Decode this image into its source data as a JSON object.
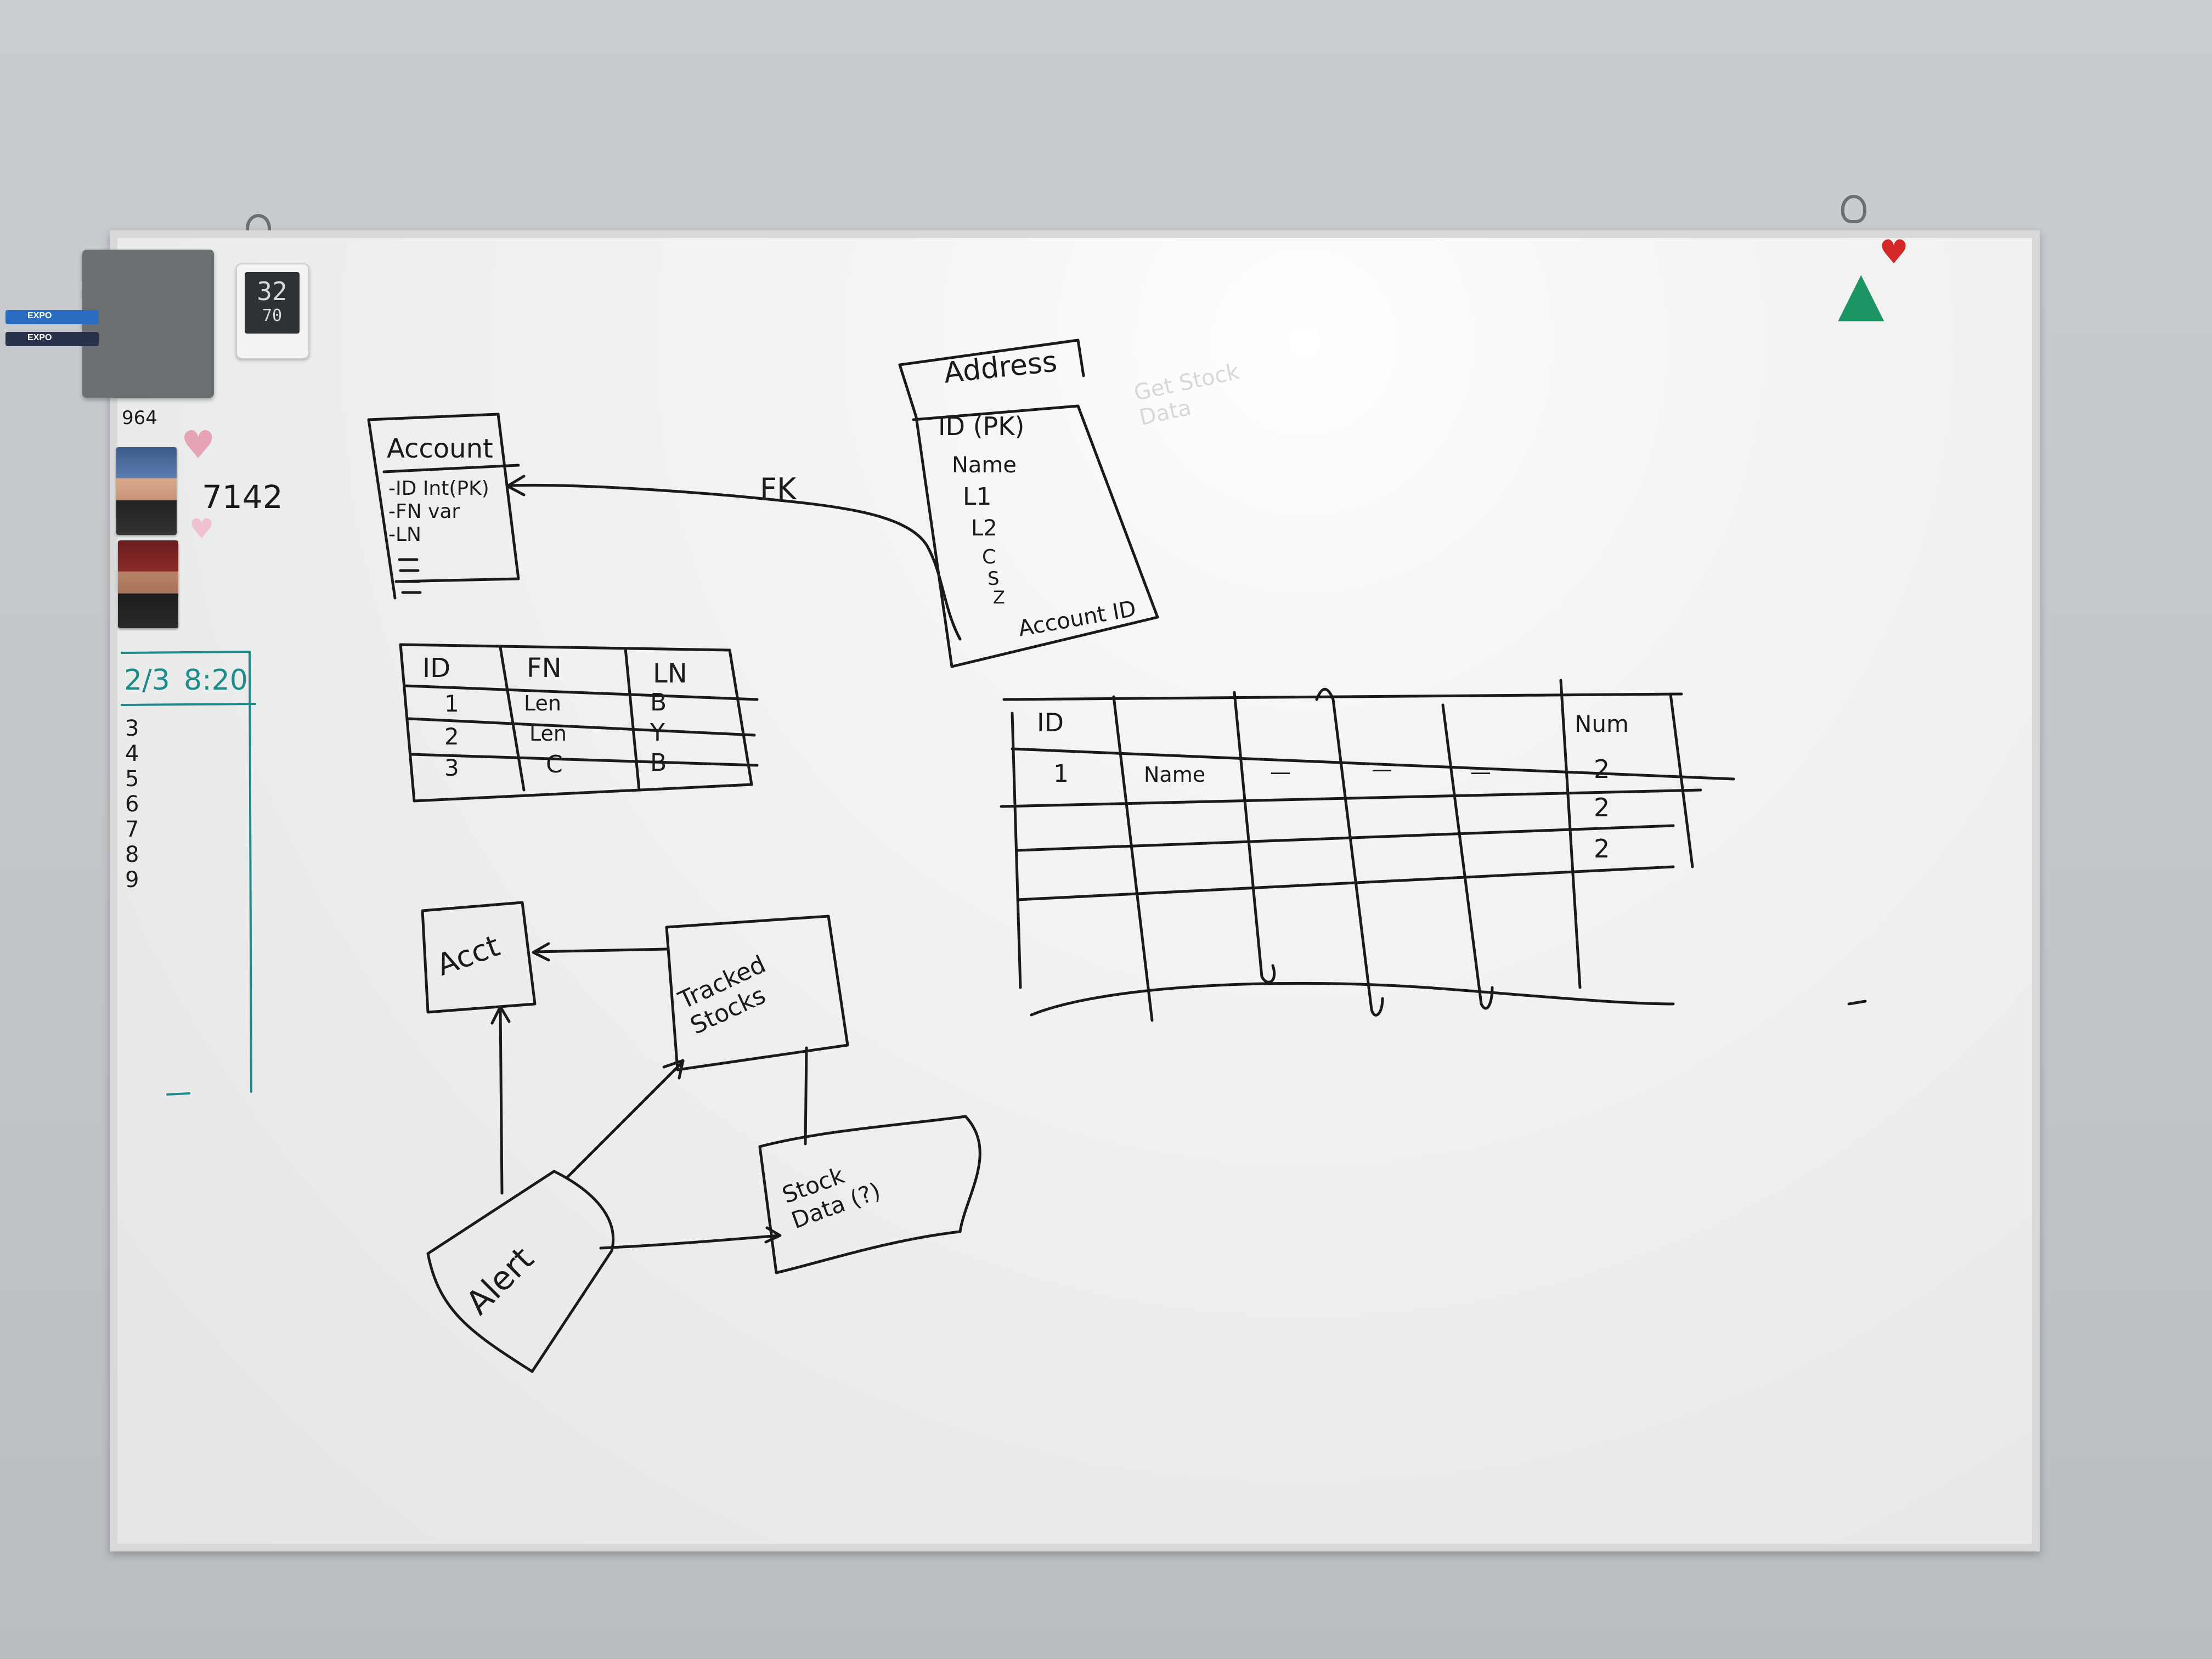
{
  "marker_labels": {
    "top": "EXPO",
    "bottom": "EXPO"
  },
  "thermometer": {
    "temp": "32",
    "humidity": "70"
  },
  "side_notes": {
    "number_top": "964",
    "number_mid": "7142",
    "schedule_header_left": "2/3",
    "schedule_header_right": "8:20",
    "schedule_numbers": [
      "3",
      "4",
      "5",
      "6",
      "7",
      "8",
      "9"
    ]
  },
  "account_entity": {
    "title": "Account",
    "fields": [
      "-ID  Int(PK)",
      "-FN  var",
      "-LN"
    ]
  },
  "address_entity": {
    "title": "Address",
    "fields": [
      "ID (PK)",
      "Name",
      "L1",
      "L2",
      "C",
      "S",
      "Z",
      "Account ID"
    ]
  },
  "fk_label": "FK",
  "sample_table": {
    "headers": [
      "ID",
      "FN",
      "LN"
    ],
    "rows": [
      [
        "1",
        "Len",
        "B"
      ],
      [
        "2",
        "Len",
        "Y"
      ],
      [
        "3",
        "C",
        "B"
      ]
    ]
  },
  "wide_table": {
    "header_id": "ID",
    "header_last": "Num",
    "rows": [
      [
        "1",
        "Name",
        "—",
        "—",
        "—",
        "2"
      ],
      [
        "",
        "",
        "",
        "",
        "",
        "2"
      ],
      [
        "",
        "",
        "",
        "",
        "",
        "2"
      ]
    ]
  },
  "flow_nodes": {
    "acct": "Acct",
    "tracked": "Tracked Stocks",
    "stock_data": "Stock Data (?)",
    "alert": "Alert"
  },
  "faint_note": "Get Stock Data"
}
